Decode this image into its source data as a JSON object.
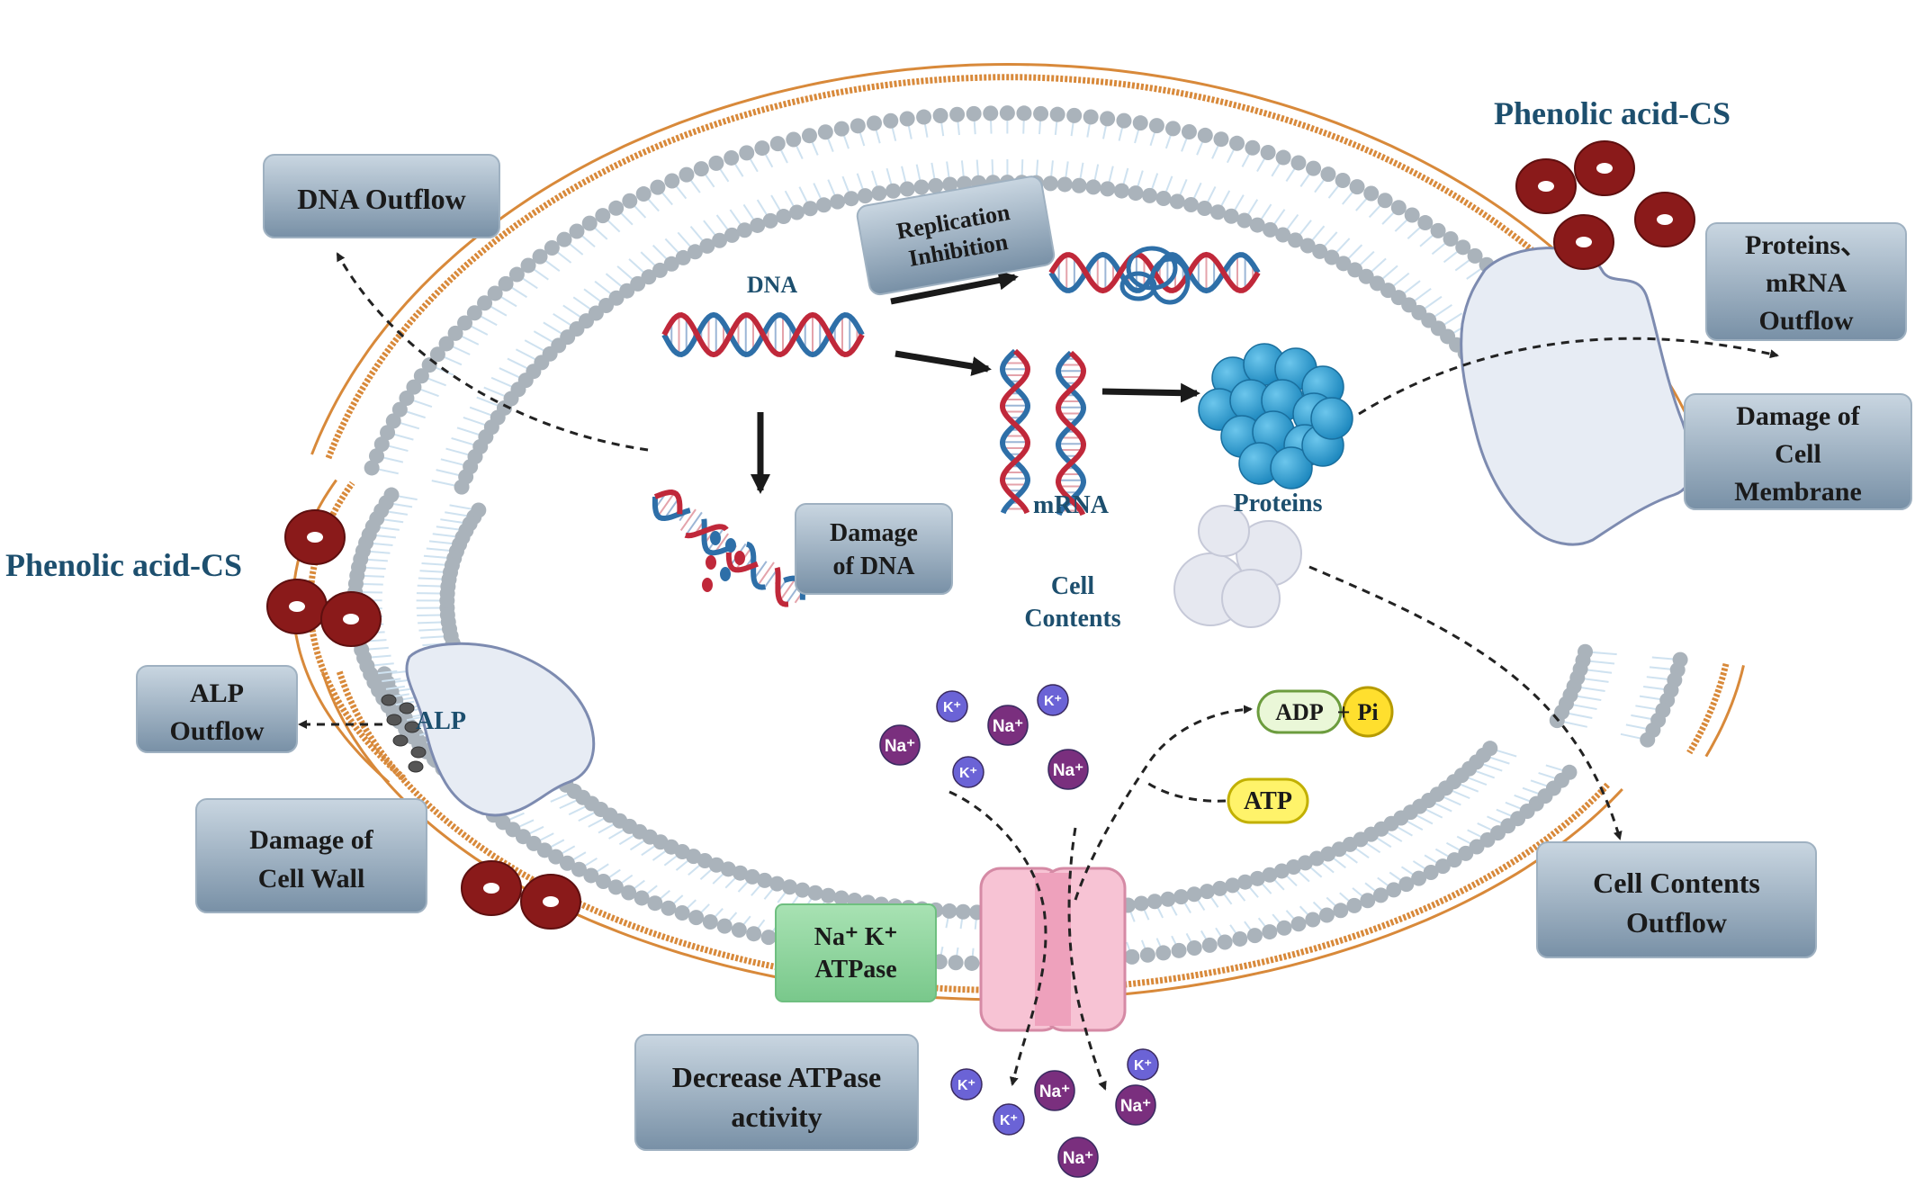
{
  "colors": {
    "membrane_outer": "#d8893a",
    "head": "#aab3bb",
    "tail": "#cfe2f0",
    "box_fill": "#7f96aa",
    "box_fill_light": "#c7d4df",
    "phenolic": "#8a1a1a",
    "atpase_box": "#8fd19e",
    "k_ion": "#6b63d6",
    "na_ion": "#7a2f7e",
    "dna_blue": "#2e6fa8",
    "dna_red": "#c0283a",
    "protein": "#2f9fd3",
    "channel": "#f4b8cc"
  },
  "labels": {
    "phenolic_top": "Phenolic acid-CS",
    "phenolic_left": "Phenolic acid-CS",
    "dna_outflow": "DNA Outflow",
    "replication_inhibition": [
      "Replication",
      "Inhibition"
    ],
    "dna": "DNA",
    "mrna": "mRNA",
    "proteins": "Proteins",
    "cell_contents": [
      "Cell",
      "Contents"
    ],
    "damage_dna": [
      "Damage",
      "of DNA"
    ],
    "proteins_mrna_outflow": [
      "Proteins、",
      "mRNA",
      "Outflow"
    ],
    "damage_cell_membrane": [
      "Damage of",
      "Cell",
      "Membrane"
    ],
    "alp": "ALP",
    "alp_outflow": [
      "ALP",
      "Outflow"
    ],
    "damage_cell_wall": [
      "Damage of",
      "Cell Wall"
    ],
    "atpase_box": [
      "Na⁺ K⁺",
      "ATPase"
    ],
    "decrease_atpase": [
      "Decrease ATPase",
      "activity"
    ],
    "cell_contents_outflow": [
      "Cell Contents",
      "Outflow"
    ],
    "adp": "ADP",
    "plus": "+",
    "pi": "Pi",
    "atp": "ATP",
    "k_ion": "K⁺",
    "na_ion": "Na⁺"
  }
}
